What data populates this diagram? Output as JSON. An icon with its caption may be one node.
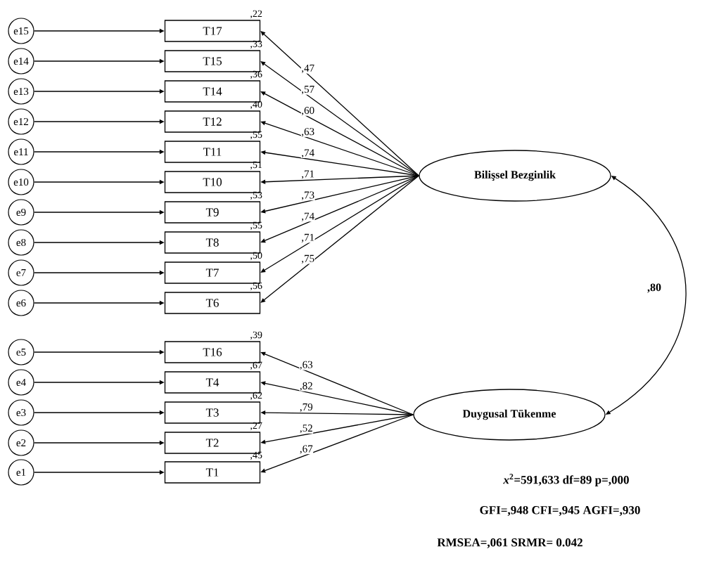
{
  "diagram": {
    "nodes": [
      {
        "text": [
          "e15"
        ]
      },
      {
        "text": [
          "e14"
        ]
      },
      {
        "text": [
          "e13"
        ]
      },
      {
        "text": [
          "e12"
        ]
      },
      {
        "text": [
          "e11"
        ]
      },
      {
        "text": [
          "e10"
        ]
      },
      {
        "text": [
          "e9"
        ]
      },
      {
        "text": [
          "e8"
        ]
      },
      {
        "text": [
          "e7"
        ]
      },
      {
        "text": [
          "e6"
        ]
      },
      {
        "text": [
          "e5"
        ]
      },
      {
        "text": [
          "e4"
        ]
      },
      {
        "text": [
          "e3"
        ]
      },
      {
        "text": [
          "e2"
        ]
      },
      {
        "text": [
          "e1"
        ]
      },
      {
        "text": [
          "T17"
        ],
        "beside": [
          ",22"
        ]
      },
      {
        "text": [
          "T15"
        ],
        "beside": [
          ",33"
        ]
      },
      {
        "text": [
          "T14"
        ],
        "beside": [
          ",36"
        ]
      },
      {
        "text": [
          "T12"
        ],
        "beside": [
          ",40"
        ]
      },
      {
        "text": [
          "T11"
        ],
        "beside": [
          ",55"
        ]
      },
      {
        "text": [
          "T10"
        ],
        "beside": [
          ",51"
        ]
      },
      {
        "text": [
          "T9"
        ],
        "beside": [
          ",53"
        ]
      },
      {
        "text": [
          "T8"
        ],
        "beside": [
          ",55"
        ]
      },
      {
        "text": [
          "T7"
        ],
        "beside": [
          ",50"
        ]
      },
      {
        "text": [
          "T6"
        ],
        "beside": [
          ",56"
        ]
      },
      {
        "text": [
          "T16"
        ],
        "beside": [
          ",39"
        ]
      },
      {
        "text": [
          "T4"
        ],
        "beside": [
          ",67"
        ]
      },
      {
        "text": [
          "T3"
        ],
        "beside": [
          ",62"
        ]
      },
      {
        "text": [
          "T2"
        ],
        "beside": [
          ",27"
        ]
      },
      {
        "text": [
          "T1"
        ],
        "beside": [
          ",45"
        ]
      },
      {
        "text": [
          "Bilişsel Bezginlik"
        ]
      },
      {
        "text": [
          "Duygusal Tükenme"
        ]
      }
    ],
    "edges": [
      {
        "from": 0,
        "to": 15,
        "arrow": "to"
      },
      {
        "from": 1,
        "to": 16,
        "arrow": "to"
      },
      {
        "from": 2,
        "to": 17,
        "arrow": "to"
      },
      {
        "from": 3,
        "to": 18,
        "arrow": "to"
      },
      {
        "from": 4,
        "to": 19,
        "arrow": "to"
      },
      {
        "from": 5,
        "to": 20,
        "arrow": "to"
      },
      {
        "from": 6,
        "to": 21,
        "arrow": "to"
      },
      {
        "from": 7,
        "to": 22,
        "arrow": "to"
      },
      {
        "from": 8,
        "to": 23,
        "arrow": "to"
      },
      {
        "from": 9,
        "to": 24,
        "arrow": "to"
      },
      {
        "from": 10,
        "to": 25,
        "arrow": "to"
      },
      {
        "from": 11,
        "to": 26,
        "arrow": "to"
      },
      {
        "from": 12,
        "to": 27,
        "arrow": "to"
      },
      {
        "from": 13,
        "to": 28,
        "arrow": "to"
      },
      {
        "from": 14,
        "to": 29,
        "arrow": "to"
      },
      {
        "from": 30,
        "to": 15,
        "arrow": "to",
        "label": ",47"
      },
      {
        "from": 30,
        "to": 16,
        "arrow": "to",
        "label": ",57"
      },
      {
        "from": 30,
        "to": 17,
        "arrow": "to",
        "label": ",60"
      },
      {
        "from": 30,
        "to": 18,
        "arrow": "to",
        "label": ",63"
      },
      {
        "from": 30,
        "to": 19,
        "arrow": "to",
        "label": ",74"
      },
      {
        "from": 30,
        "to": 20,
        "arrow": "to",
        "label": ",71"
      },
      {
        "from": 30,
        "to": 21,
        "arrow": "to",
        "label": ",73"
      },
      {
        "from": 30,
        "to": 22,
        "arrow": "to",
        "label": ",74"
      },
      {
        "from": 30,
        "to": 23,
        "arrow": "to",
        "label": ",71"
      },
      {
        "from": 30,
        "to": 24,
        "arrow": "to",
        "label": ",75"
      },
      {
        "from": 31,
        "to": 25,
        "arrow": "to",
        "label": ",63"
      },
      {
        "from": 31,
        "to": 26,
        "arrow": "to",
        "label": ",82"
      },
      {
        "from": 31,
        "to": 27,
        "arrow": "to",
        "label": ",79"
      },
      {
        "from": 31,
        "to": 28,
        "arrow": "to",
        "label": ",52"
      },
      {
        "from": 31,
        "to": 29,
        "arrow": "to",
        "label": ",67"
      },
      {
        "from": 30,
        "to": 31,
        "arrow": "both",
        "label": ",80"
      }
    ],
    "labels": [
      "*x*$^{2}$=591,633 df=89 p=,000",
      "GFI=,948    CFI=,945    AGFI=,930",
      "RMSEA=,061 SRMR= 0.042"
    ]
  }
}
